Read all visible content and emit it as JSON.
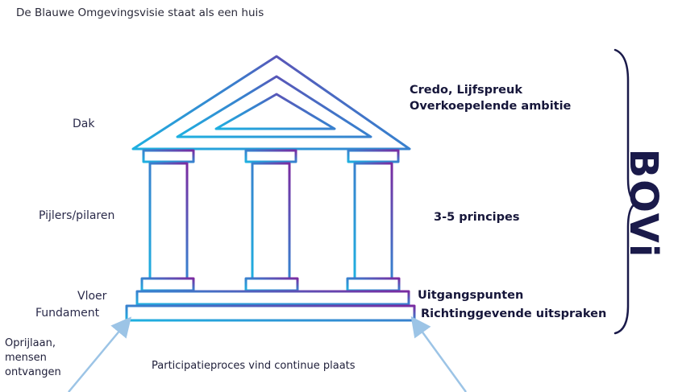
{
  "title": "De Blauwe Omgevingsvisie staat als een huis",
  "labels_left": {
    "dak": "Dak",
    "pijlers": "Pijlers/pilaren",
    "vloer": "Vloer",
    "fundament": "Fundament",
    "oprijlaan": [
      "Oprijlaan,",
      "mensen",
      "ontvangen"
    ]
  },
  "labels_right": {
    "dak_line1": "Credo, Lijfspreuk",
    "dak_line2": "Overkoepelende ambitie",
    "pijlers": "3-5 principes",
    "vloer": "Uitgangspunten",
    "fundament": "Richtinggevende uitspraken"
  },
  "bracket_label": "BOVi",
  "bottom_text": "Participatieproces vind continue plaats",
  "colors": {
    "gradient_start": "#1fb0e0",
    "gradient_end": "#7b2aa0",
    "arrow": "#9cc4e6",
    "bracket": "#1a1a4a"
  }
}
